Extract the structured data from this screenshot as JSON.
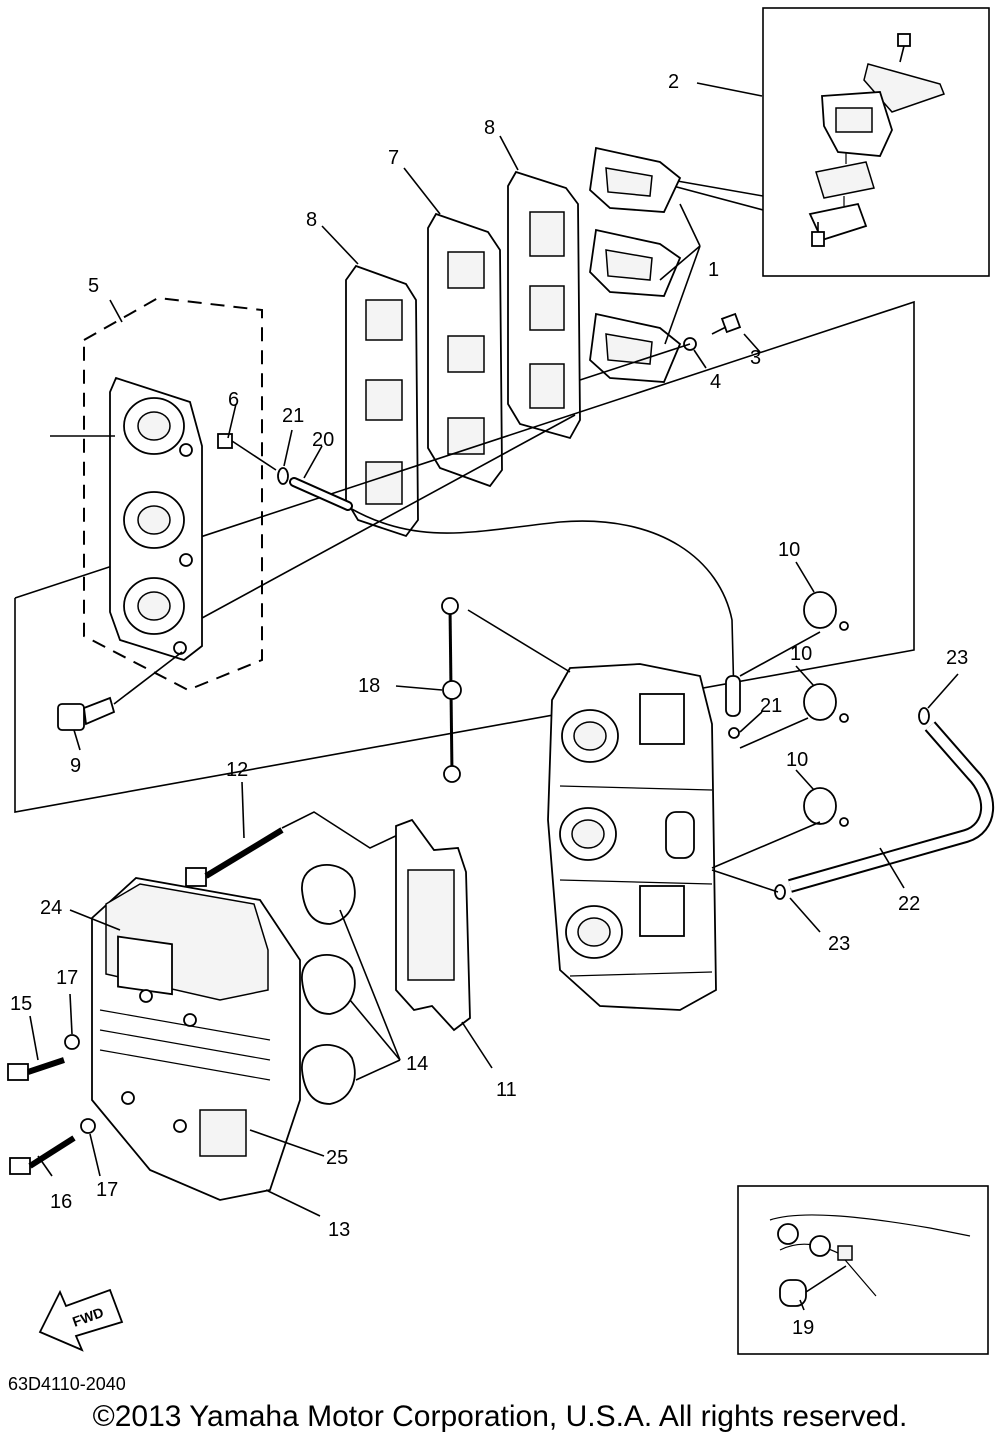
{
  "callouts": {
    "n1": "1",
    "n2": "2",
    "n3": "3",
    "n4": "4",
    "n5": "5",
    "n6": "6",
    "n7": "7",
    "n8a": "8",
    "n8b": "8",
    "n9": "9",
    "n10a": "10",
    "n10b": "10",
    "n10c": "10",
    "n11": "11",
    "n12": "12",
    "n13": "13",
    "n14": "14",
    "n15": "15",
    "n16": "16",
    "n17a": "17",
    "n17b": "17",
    "n18": "18",
    "n19": "19",
    "n20": "20",
    "n21a": "21",
    "n21b": "21",
    "n22": "22",
    "n23a": "23",
    "n23b": "23",
    "n24": "24",
    "n25": "25"
  },
  "fwd_label": "FWD",
  "drawing_code": "63D4110-2040",
  "copyright": "©2013 Yamaha Motor Corporation, U.S.A. All rights reserved."
}
